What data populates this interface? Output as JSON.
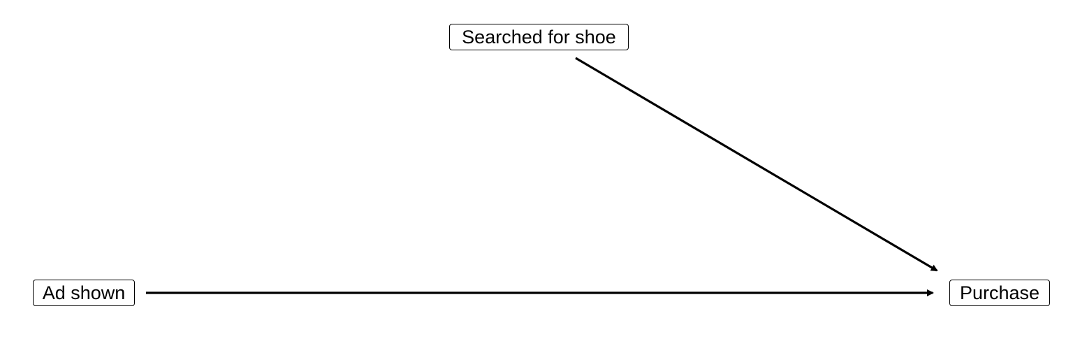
{
  "diagram": {
    "nodes": {
      "searched": "Searched for shoe",
      "ad": "Ad shown",
      "purchase": "Purchase"
    },
    "edges": [
      {
        "from": "searched",
        "to": "purchase"
      },
      {
        "from": "ad",
        "to": "purchase"
      }
    ]
  }
}
